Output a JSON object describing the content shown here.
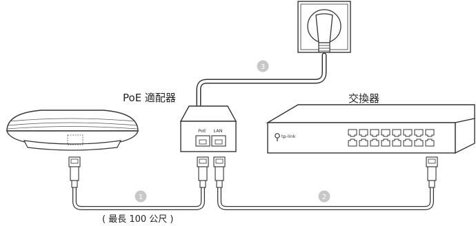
{
  "labels": {
    "injector": "PoE 適配器",
    "switch": "交換器",
    "max_length": "( 最長 100 公尺 )"
  },
  "injector_ports": {
    "poe": "PoE",
    "lan": "LAN"
  },
  "switch_brand": "tp-link",
  "steps": [
    {
      "number": "1"
    },
    {
      "number": "2"
    },
    {
      "number": "3"
    }
  ],
  "colors": {
    "line": "#333333",
    "badge": "#c8c8c8",
    "device_fill": "#ffffff"
  }
}
